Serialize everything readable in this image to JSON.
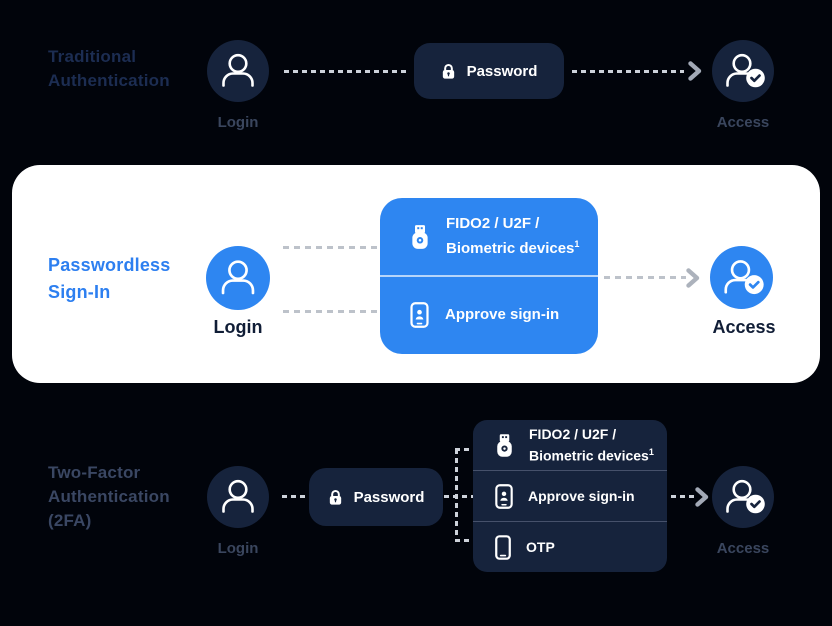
{
  "colors": {
    "background": "#01040B",
    "navy_fill": "#16233C",
    "blue_fill": "#2E86F1",
    "card_background": "#FFFFFF",
    "traditional_title": "#1C2D52",
    "passwordless_title": "#2D7FF0",
    "twofactor_title": "#3A4763",
    "dark_section_label": "#3A465E",
    "card_label": "#101D36",
    "connector_on_dark": "#CDD2DA",
    "connector_on_light": "#BDC2CA"
  },
  "sections": {
    "traditional": {
      "title_lines": [
        "Traditional",
        "Authentication"
      ],
      "login_label": "Login",
      "password_button": "Password",
      "access_label": "Access"
    },
    "passwordless": {
      "title_lines": [
        "Passwordless",
        "Sign-In"
      ],
      "login_label": "Login",
      "access_label": "Access",
      "options": [
        {
          "icon": "security-key-icon",
          "label_lines": [
            "FIDO2 / U2F /",
            "Biometric devices"
          ],
          "superscript": "1"
        },
        {
          "icon": "approve-phone-icon",
          "label_lines": [
            "Approve sign-in"
          ]
        }
      ]
    },
    "twofactor": {
      "title_lines": [
        "Two-Factor",
        "Authentication",
        "(2FA)"
      ],
      "login_label": "Login",
      "password_button": "Password",
      "access_label": "Access",
      "options": [
        {
          "icon": "security-key-icon",
          "label_lines": [
            "FIDO2 / U2F /",
            "Biometric devices"
          ],
          "superscript": "1"
        },
        {
          "icon": "approve-phone-icon",
          "label_lines": [
            "Approve sign-in"
          ]
        },
        {
          "icon": "otp-phone-icon",
          "label_lines": [
            "OTP"
          ]
        }
      ]
    }
  }
}
